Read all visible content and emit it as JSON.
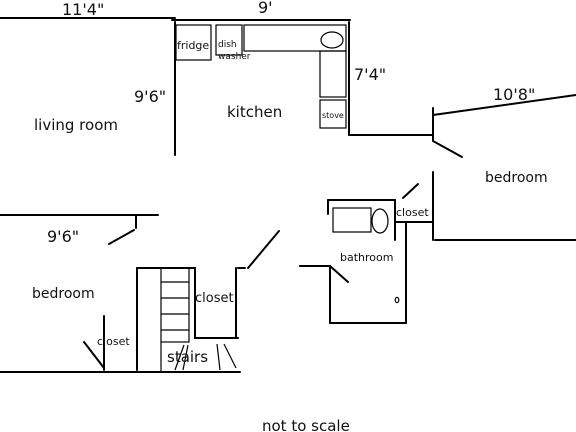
{
  "dimensions": {
    "living_width": "11'4\"",
    "kitchen_width": "9'",
    "kitchen_height": "9'6\"",
    "kitchen_depth": "7'4\"",
    "bedroom_right_width": "10'8\"",
    "bedroom_left_width": "9'6\""
  },
  "rooms": {
    "living_room": "living room",
    "kitchen": "kitchen",
    "bedroom_right": "bedroom",
    "bedroom_left": "bedroom",
    "bathroom": "bathroom",
    "closet_right": "closet",
    "closet_middle": "closet",
    "closet_left": "closet",
    "stairs": "stairs"
  },
  "appliances": {
    "fridge": "fridge",
    "dishwasher_line1": "dish",
    "dishwasher_line2": "washer",
    "stove": "stove"
  },
  "note": "not to scale"
}
